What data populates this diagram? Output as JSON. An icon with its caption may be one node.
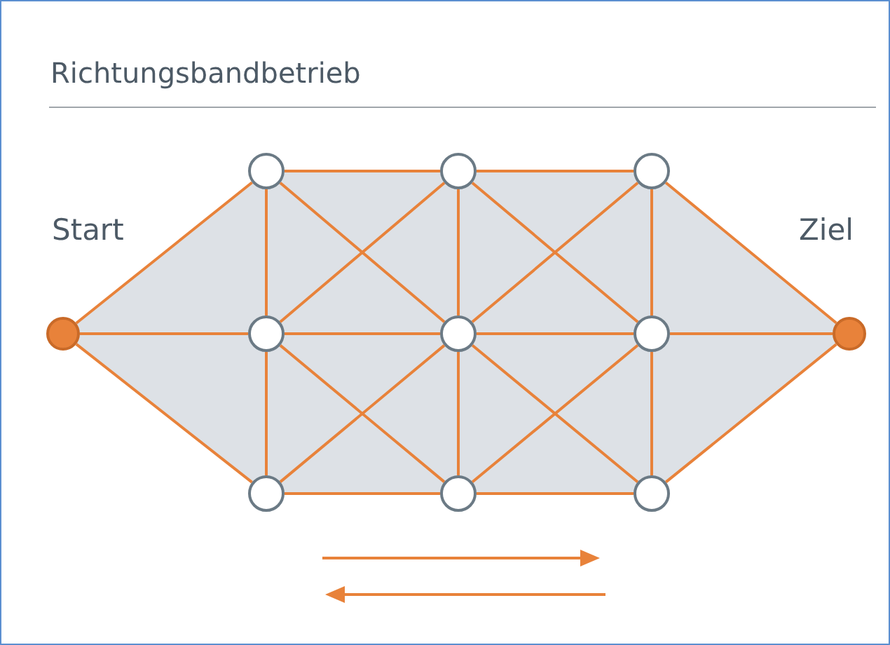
{
  "diagram": {
    "title": "Richtungsbandbetrieb",
    "nodes": [
      {
        "text": [],
        "shape": "circle",
        "beside": [
          "Start"
        ]
      },
      {
        "text": [],
        "shape": "circle"
      },
      {
        "text": [],
        "shape": "circle"
      },
      {
        "text": [],
        "shape": "circle"
      },
      {
        "text": [],
        "shape": "circle"
      },
      {
        "text": [],
        "shape": "circle"
      },
      {
        "text": [],
        "shape": "circle"
      },
      {
        "text": [],
        "shape": "circle"
      },
      {
        "text": [],
        "shape": "circle"
      },
      {
        "text": [],
        "shape": "circle"
      },
      {
        "text": [],
        "shape": "circle",
        "beside": [
          "Ziel"
        ]
      }
    ],
    "edges": [
      {
        "from": 0,
        "to": 1,
        "arrow": "none"
      },
      {
        "from": 0,
        "to": 4,
        "arrow": "none"
      },
      {
        "from": 0,
        "to": 7,
        "arrow": "none"
      },
      {
        "from": 1,
        "to": 2,
        "arrow": "none"
      },
      {
        "from": 2,
        "to": 3,
        "arrow": "none"
      },
      {
        "from": 4,
        "to": 5,
        "arrow": "none"
      },
      {
        "from": 5,
        "to": 6,
        "arrow": "none"
      },
      {
        "from": 7,
        "to": 8,
        "arrow": "none"
      },
      {
        "from": 8,
        "to": 9,
        "arrow": "none"
      },
      {
        "from": 1,
        "to": 4,
        "arrow": "none"
      },
      {
        "from": 4,
        "to": 7,
        "arrow": "none"
      },
      {
        "from": 2,
        "to": 5,
        "arrow": "none"
      },
      {
        "from": 5,
        "to": 8,
        "arrow": "none"
      },
      {
        "from": 3,
        "to": 6,
        "arrow": "none"
      },
      {
        "from": 6,
        "to": 9,
        "arrow": "none"
      },
      {
        "from": 1,
        "to": 5,
        "arrow": "none"
      },
      {
        "from": 4,
        "to": 2,
        "arrow": "none"
      },
      {
        "from": 4,
        "to": 8,
        "arrow": "none"
      },
      {
        "from": 7,
        "to": 5,
        "arrow": "none"
      },
      {
        "from": 2,
        "to": 6,
        "arrow": "none"
      },
      {
        "from": 5,
        "to": 3,
        "arrow": "none"
      },
      {
        "from": 5,
        "to": 9,
        "arrow": "none"
      },
      {
        "from": 8,
        "to": 6,
        "arrow": "none"
      },
      {
        "from": 3,
        "to": 10,
        "arrow": "none"
      },
      {
        "from": 6,
        "to": 10,
        "arrow": "none"
      },
      {
        "from": 9,
        "to": 10,
        "arrow": "none"
      }
    ]
  }
}
